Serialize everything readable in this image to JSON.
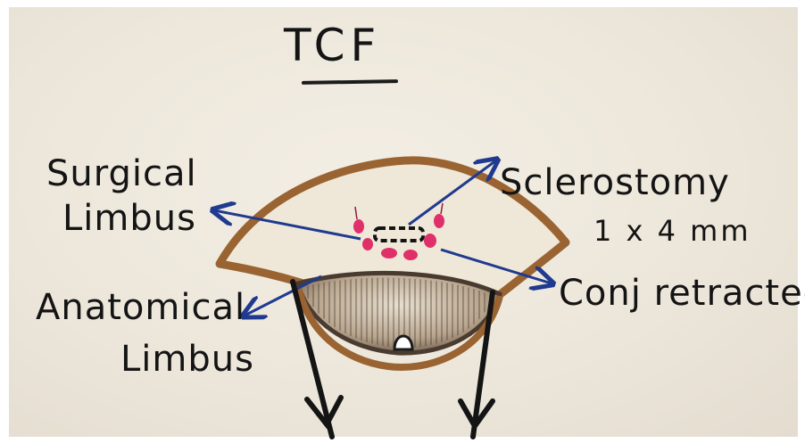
{
  "title": "TCF",
  "labels": {
    "surgical_line1": "Surgical",
    "surgical_line2": "Limbus",
    "sclerostomy": "Sclerostomy",
    "sclerostomy_size": "1 x 4 mm",
    "anatomical_line1": "Anatomical",
    "anatomical_line2": "Limbus",
    "conj_retracted": "Conj retracted"
  },
  "colors": {
    "paper": "#ece6da",
    "ink_black": "#141414",
    "pointer_blue": "#1f3a8f",
    "flap_brown": "#9a6332",
    "cornea_dark": "#4a3b30",
    "suture_pink": "#e0306a"
  }
}
